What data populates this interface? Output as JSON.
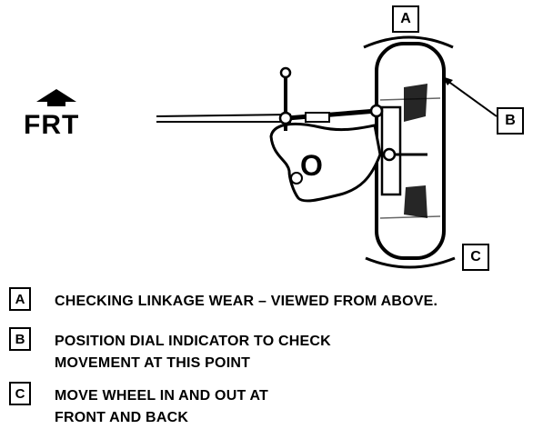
{
  "figure": {
    "front_label": "FRT",
    "callouts": {
      "a": "A",
      "b": "B",
      "c": "C"
    },
    "hub_label": "O"
  },
  "legend": [
    {
      "key": "A",
      "text": "CHECKING LINKAGE WEAR  –  VIEWED FROM ABOVE."
    },
    {
      "key": "B",
      "text": "POSITION DIAL INDICATOR TO CHECK\nMOVEMENT AT THIS POINT"
    },
    {
      "key": "C",
      "text": "MOVE WHEEL IN AND OUT AT\nFRONT AND BACK"
    }
  ]
}
